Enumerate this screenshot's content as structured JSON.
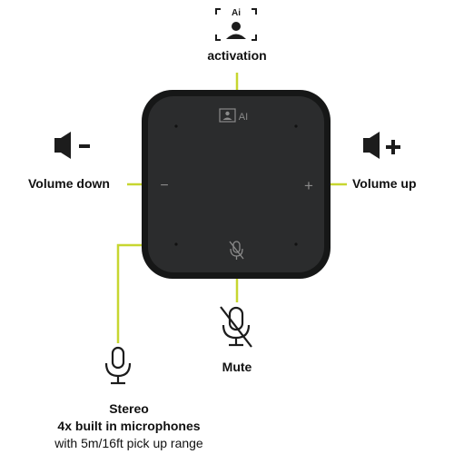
{
  "colors": {
    "accent_line": "#c7d630",
    "device_body": "#2b2c2d",
    "device_rim": "#161717",
    "icon_dark": "#1c1c1c",
    "device_icon": "#8a8a8a"
  },
  "labels": {
    "activation": "activation",
    "volume_down": "Volume down",
    "volume_up": "Volume up",
    "mute": "Mute",
    "stereo_line1": "Stereo",
    "stereo_line2": "4x built in microphones",
    "stereo_line3": "with 5m/16ft pick up range"
  },
  "icons": {
    "ai_frame_text": "Ai",
    "device_ai_text": "AI",
    "minus_symbol": "−",
    "plus_symbol": "+"
  },
  "icon_names": {
    "ai": "ai-framing-icon",
    "volume_down": "speaker-minus-icon",
    "volume_up": "speaker-plus-icon",
    "mute": "microphone-muted-icon",
    "microphone": "microphone-icon"
  }
}
